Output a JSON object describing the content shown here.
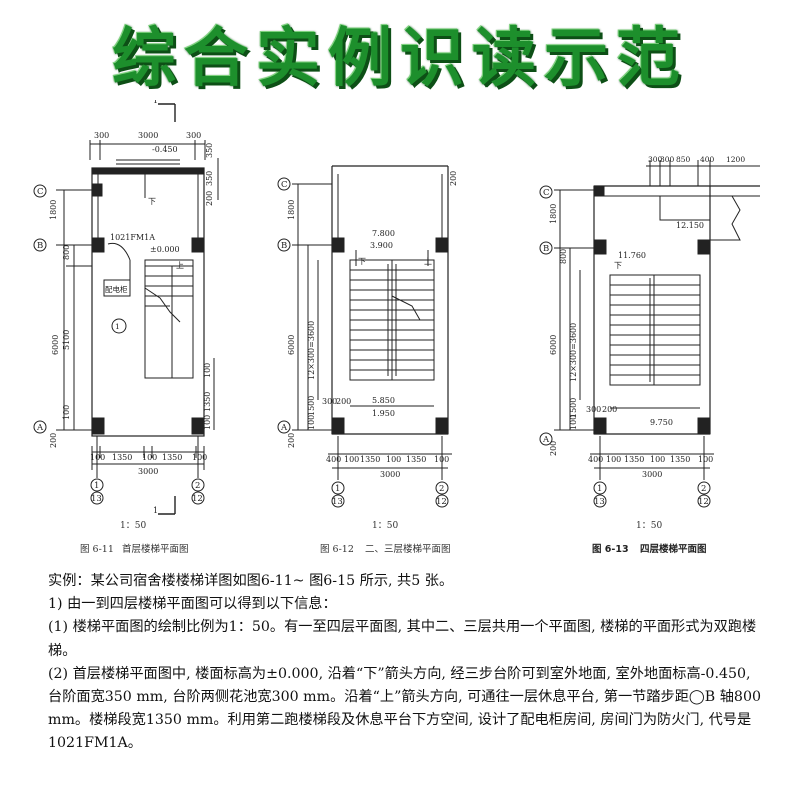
{
  "title": "综合实例识读示范",
  "figures": [
    {
      "number": "图 6-11",
      "caption": "首层楼梯平面图",
      "scale": "1：50",
      "section_mark": "1",
      "top_dims": [
        "300",
        "3000",
        "300"
      ],
      "right_dims": [
        "350",
        "350"
      ],
      "left_dims": [
        "1800",
        "800",
        "5100",
        "6000",
        "100"
      ],
      "bottom_dims": [
        "100",
        "1350",
        "100",
        "1350",
        "100"
      ],
      "total_width": "3000",
      "axes_row": [
        "C",
        "B",
        "A"
      ],
      "axes_col": [
        "1",
        "13",
        "2",
        "12"
      ],
      "levels": [
        "-0.450",
        "±0.000"
      ],
      "door": "1021FM1A",
      "room": "配电柜",
      "down_label": "下",
      "up_label": "上",
      "lower_right_dims": [
        "100",
        "1350",
        "100"
      ],
      "misc_dims": [
        "200",
        "200",
        "200",
        "1"
      ]
    },
    {
      "number": "图 6-12",
      "caption": "二、三层楼梯平面图",
      "scale": "1：50",
      "top_dims": [
        "200"
      ],
      "left_dims": [
        "1800",
        "6000",
        "12×300=3600",
        "1500",
        "100",
        "300",
        "200"
      ],
      "bottom_dims": [
        "400",
        "100",
        "1350",
        "100",
        "1350",
        "100"
      ],
      "total_width": "3000",
      "axes_row": [
        "C",
        "B",
        "A"
      ],
      "axes_col": [
        "1",
        "13",
        "2",
        "12"
      ],
      "levels": [
        "7.800",
        "3.900",
        "5.850",
        "1.950"
      ],
      "down_label": "下",
      "up_label": "上",
      "misc_dims": [
        "200",
        "200",
        "200"
      ]
    },
    {
      "number": "图 6-13",
      "caption": "四层楼梯平面图",
      "scale": "1：50",
      "top_dims": [
        "300",
        "300",
        "850",
        "400",
        "1200"
      ],
      "left_dims": [
        "1800",
        "800",
        "6000",
        "12×300=3600",
        "1500",
        "100",
        "300",
        "200"
      ],
      "bottom_dims": [
        "400",
        "100",
        "1350",
        "100",
        "1350",
        "100"
      ],
      "total_width": "3000",
      "axes_row": [
        "C",
        "B",
        "A"
      ],
      "axes_col": [
        "1",
        "13",
        "2",
        "12"
      ],
      "levels": [
        "12.150",
        "11.760",
        "9.750"
      ],
      "down_label": "下",
      "misc_dims": [
        "200",
        "200"
      ]
    }
  ],
  "body": [
    "实例：某公司宿舍楼楼梯详图如图6-11~ 图6-15 所示, 共5 张。",
    "1) 由一到四层楼梯平面图可以得到以下信息：",
    "(1) 楼梯平面图的绘制比例为1：50。有一至四层平面图, 其中二、三层共用一个平面图, 楼梯的平面形式为双跑楼梯。",
    "(2) 首层楼梯平面图中, 楼面标高为±0.000, 沿着“下”箭头方向, 经三步台阶可到室外地面, 室外地面标高-0.450, 台阶面宽350 mm, 台阶两侧花池宽300 mm。沿着“上”箭头方向, 可通往一层休息平台, 第一节踏步距◯B 轴800 mm。楼梯段宽1350 mm。利用第二跑楼梯段及休息平台下方空间, 设计了配电柜房间, 房间门为防火门, 代号是1021FM1A。"
  ],
  "colors": {
    "title": "#1d8f2c",
    "title_shadow": "#0d4f16",
    "ink": "#222222"
  }
}
